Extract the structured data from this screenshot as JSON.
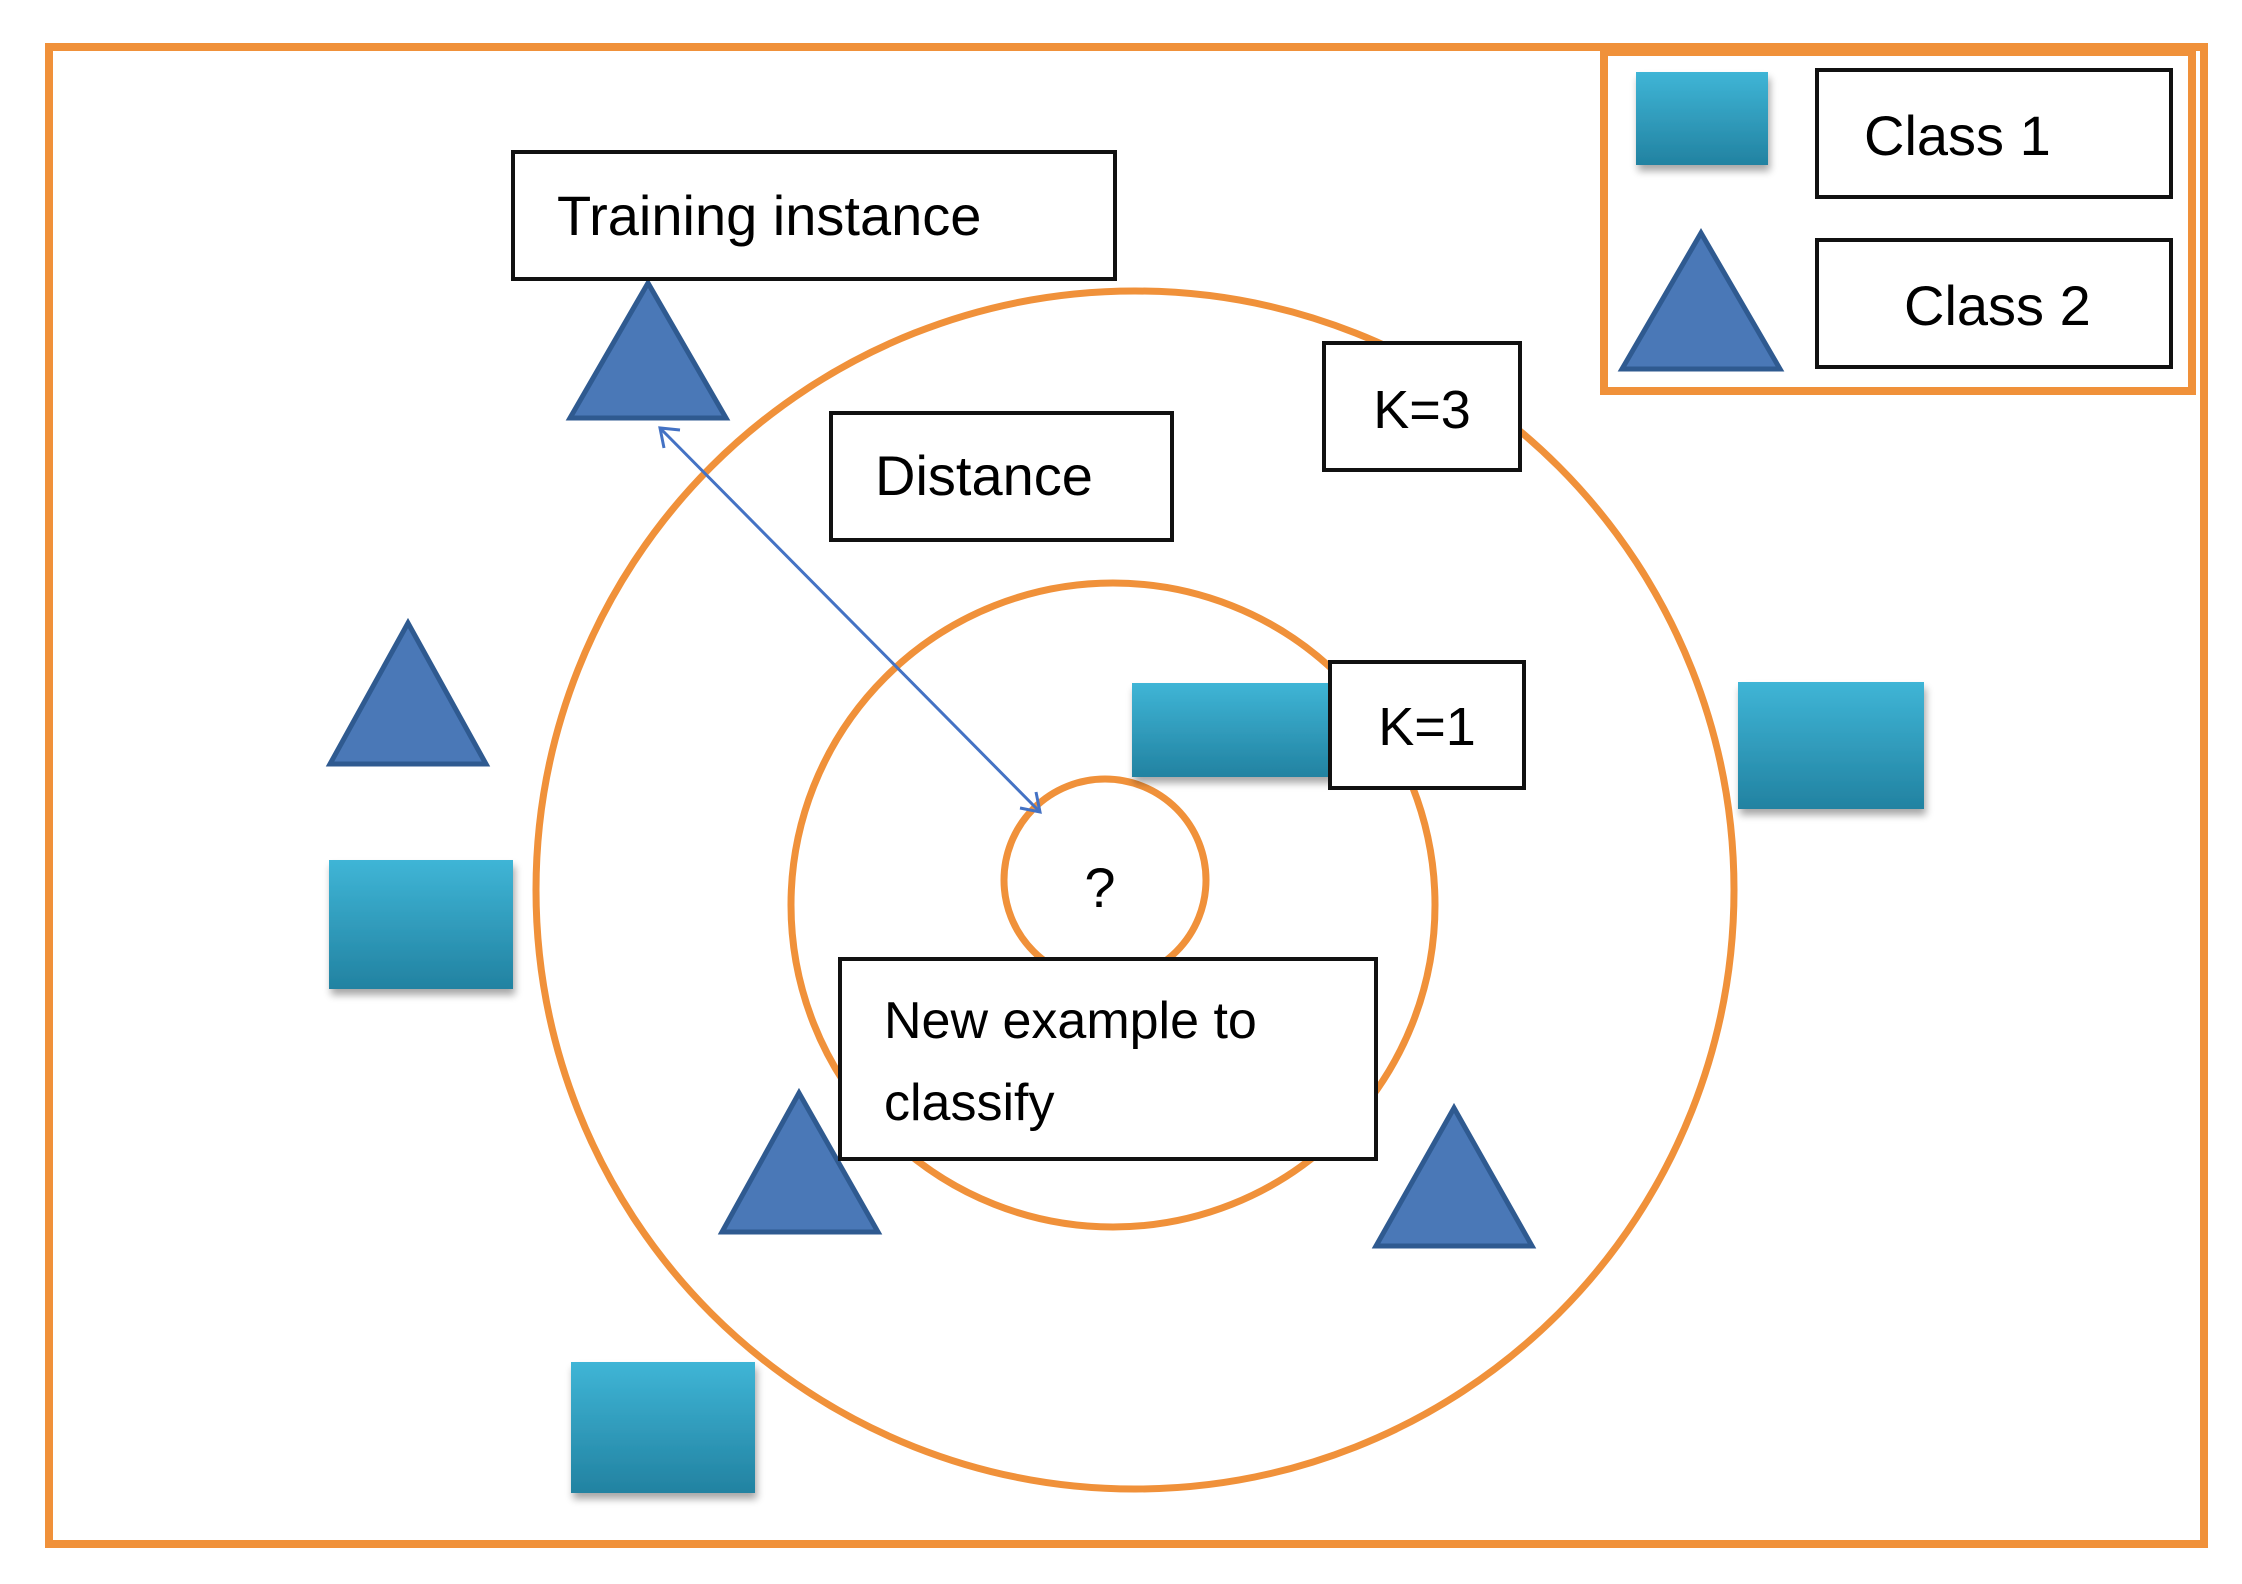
{
  "diagram": {
    "labels": {
      "training_instance": "Training instance",
      "distance": "Distance",
      "k3": "K=3",
      "k1": "K=1",
      "query_mark": "?",
      "new_example_line1": "New example to",
      "new_example_line2": "classify"
    },
    "legend": {
      "class1_label": "Class 1",
      "class1_shape": "square",
      "class2_label": "Class 2",
      "class2_shape": "triangle"
    },
    "colors": {
      "frame_orange": "#F0913A",
      "circle_orange": "#F0913A",
      "class1_top": "#3FB5D6",
      "class1_bottom": "#2282A1",
      "class2_fill": "#4A78B7",
      "class2_stroke": "#2F5A90",
      "arrow_blue": "#4472C4"
    }
  }
}
